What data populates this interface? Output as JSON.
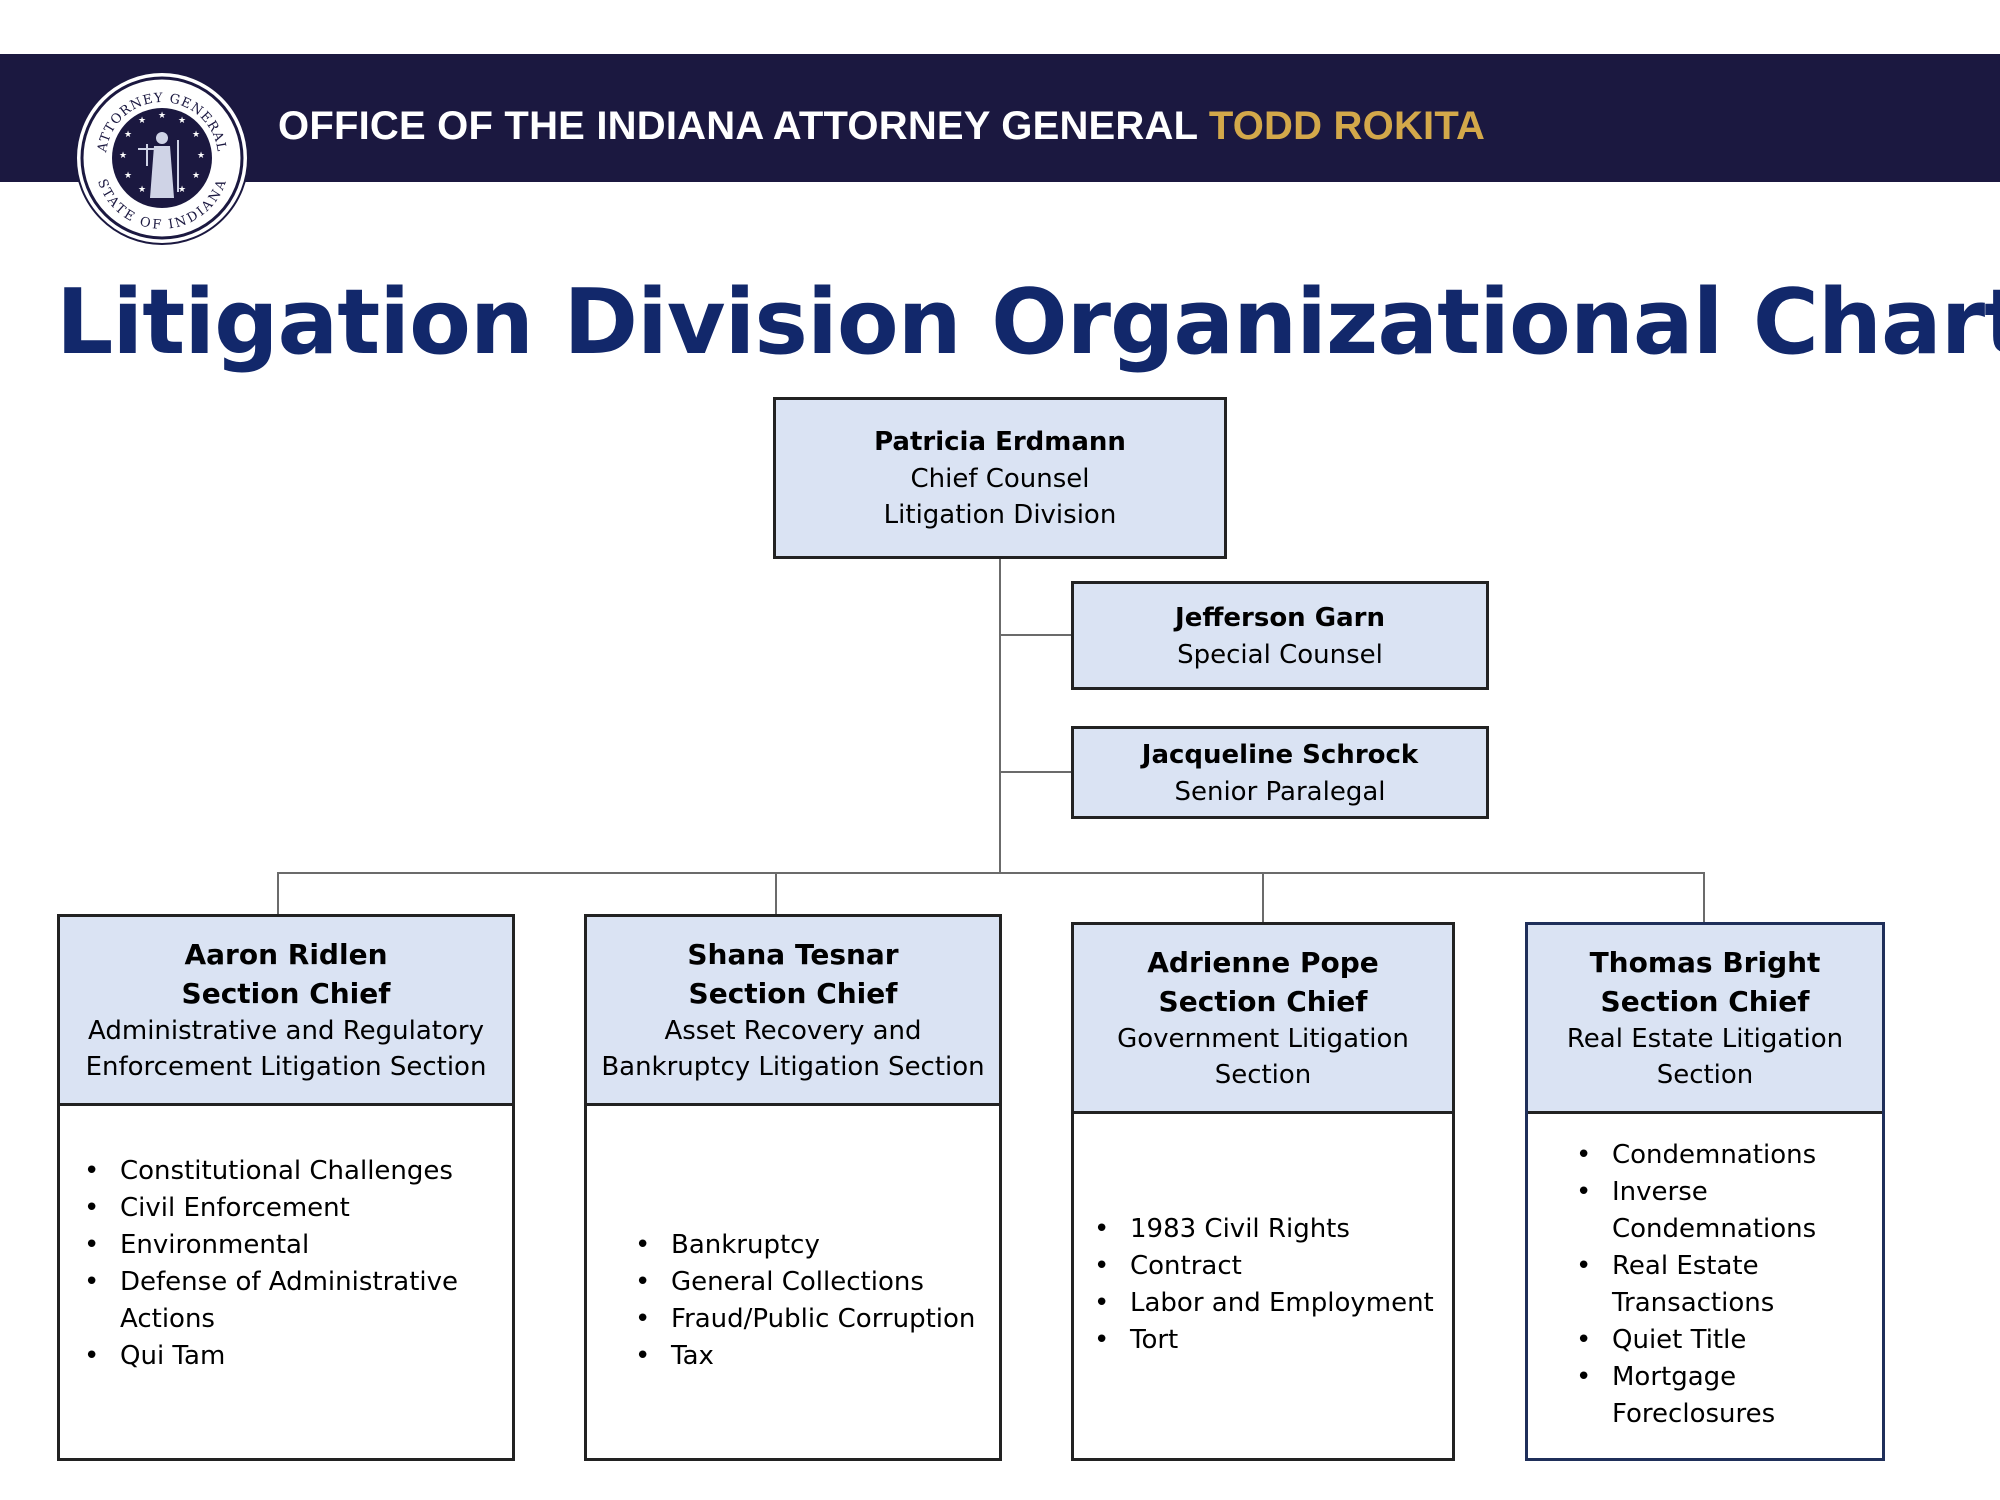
{
  "banner": {
    "office": "OFFICE OF THE INDIANA ATTORNEY GENERAL",
    "attorney_general": "TODD ROKITA",
    "seal_text_top": "ATTORNEY GENERAL",
    "seal_text_bottom": "STATE OF INDIANA"
  },
  "title": "Litigation Division Organizational Chart",
  "colors": {
    "banner_bg": "#1b1840",
    "banner_accent": "#d3a84a",
    "title": "#12286b",
    "box_fill": "#dae3f3"
  },
  "chief": {
    "name": "Patricia Erdmann",
    "role": "Chief Counsel",
    "unit": "Litigation Division"
  },
  "staff": [
    {
      "name": "Jefferson Garn",
      "role": "Special Counsel"
    },
    {
      "name": "Jacqueline Schrock",
      "role": "Senior Paralegal"
    }
  ],
  "sections": [
    {
      "name": "Aaron Ridlen",
      "role": "Section Chief",
      "unit_line1": "Administrative and Regulatory",
      "unit_line2": "Enforcement Litigation Section",
      "items": [
        "Constitutional Challenges",
        "Civil Enforcement",
        "Environmental",
        "Defense of Administrative Actions",
        "Qui Tam"
      ]
    },
    {
      "name": "Shana Tesnar",
      "role": "Section Chief",
      "unit_line1": "Asset Recovery and",
      "unit_line2": "Bankruptcy Litigation Section",
      "items": [
        "Bankruptcy",
        "General Collections",
        "Fraud/Public Corruption",
        "Tax"
      ]
    },
    {
      "name": "Adrienne Pope",
      "role": "Section Chief",
      "unit_line1": "Government Litigation",
      "unit_line2": "Section",
      "items": [
        "1983 Civil Rights",
        "Contract",
        "Labor and Employment",
        "Tort"
      ]
    },
    {
      "name": "Thomas Bright",
      "role": "Section Chief",
      "unit_line1": "Real Estate Litigation",
      "unit_line2": "Section",
      "items": [
        "Condemnations",
        "Inverse Condemnations",
        "Real Estate Transactions",
        "Quiet Title",
        "Mortgage Foreclosures"
      ]
    }
  ]
}
